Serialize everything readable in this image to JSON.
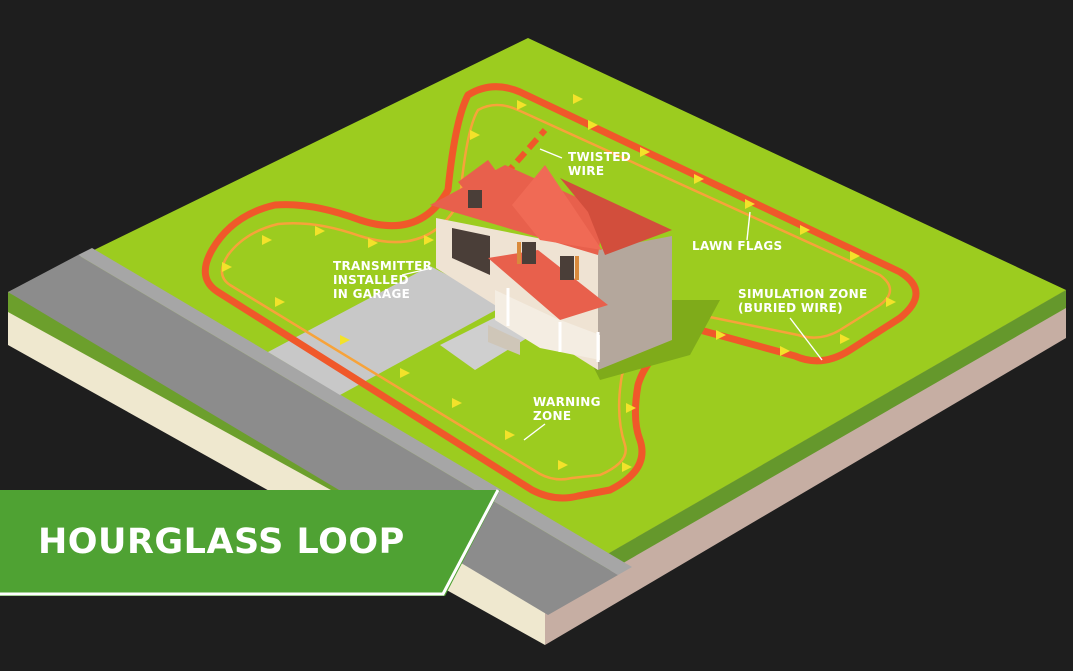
{
  "title": "HOURGLASS LOOP",
  "callouts": {
    "twisted_wire": [
      "TWISTED",
      "WIRE"
    ],
    "lawn_flags": [
      "LAWN FLAGS"
    ],
    "transmitter": [
      "TRANSMITTER",
      "INSTALLED",
      "IN GARAGE"
    ],
    "simulation_zone": [
      "SIMULATION ZONE",
      "(BURIED WIRE)"
    ],
    "warning_zone": [
      "WARNING",
      "ZONE"
    ]
  },
  "colors": {
    "background": "#1e1e1e",
    "lawn": "#9ccc1f",
    "loop_wire": "#f0582a",
    "warning_line": "#f7a33a",
    "flag": "#f3e22a",
    "banner": "#4fa233",
    "roof": "#e8604c",
    "driveway": "#c8c8c8",
    "road": "#8c8c8c"
  }
}
